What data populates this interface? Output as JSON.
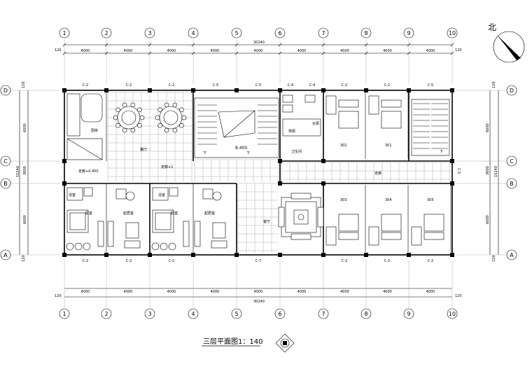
{
  "drawing": {
    "title": "三层平面图1：140",
    "north_label": "北",
    "total_dim": "30240",
    "side_total_dim": "15240",
    "edge_dim": "120",
    "col_bays": [
      "4000",
      "4000",
      "4000",
      "4000",
      "4000",
      "4000",
      "4000",
      "4000",
      "4000"
    ],
    "row_bays": [
      "6000",
      "3000",
      "6000"
    ],
    "axes_numbers": [
      "1",
      "2",
      "3",
      "4",
      "5",
      "6",
      "7",
      "8",
      "9",
      "10"
    ],
    "axes_letters_right": [
      "D",
      "C",
      "B",
      "A"
    ],
    "axes_letters_left": [
      "D",
      "C",
      "B",
      "A"
    ]
  },
  "windows": {
    "top": [
      "C-2",
      "C-2",
      "C-2",
      "C-5",
      "C-5",
      "C-4",
      "C-4",
      "C-2",
      "C-2",
      "C-5"
    ],
    "bottom": [
      "C-2",
      "C-2",
      "C-2",
      "C-7",
      "C-2",
      "C-2",
      "C-2"
    ],
    "right": "C-5"
  },
  "rooms": {
    "stair_level": "8.400",
    "stair_down_1": "下",
    "stair_down_2": "下",
    "stair_down_3": "下",
    "corridor": "走廊",
    "room_302": "302",
    "room_301": "301",
    "room_303": "303",
    "room_304": "304",
    "room_305": "305",
    "lounge": "客厅",
    "washroom": "卫生间",
    "bath1": "浴室",
    "bath2": "浴室",
    "bedroom1": "卧室",
    "bedroom2": "卧室",
    "living1": "起居室",
    "living2": "起居室",
    "dining": "餐厅",
    "kitchen": "厨房",
    "toilet_m": "男厕",
    "toilet_f": "女厕",
    "corridor_plus": "走廊+1",
    "mid_corridor": "走廊+0.450"
  }
}
